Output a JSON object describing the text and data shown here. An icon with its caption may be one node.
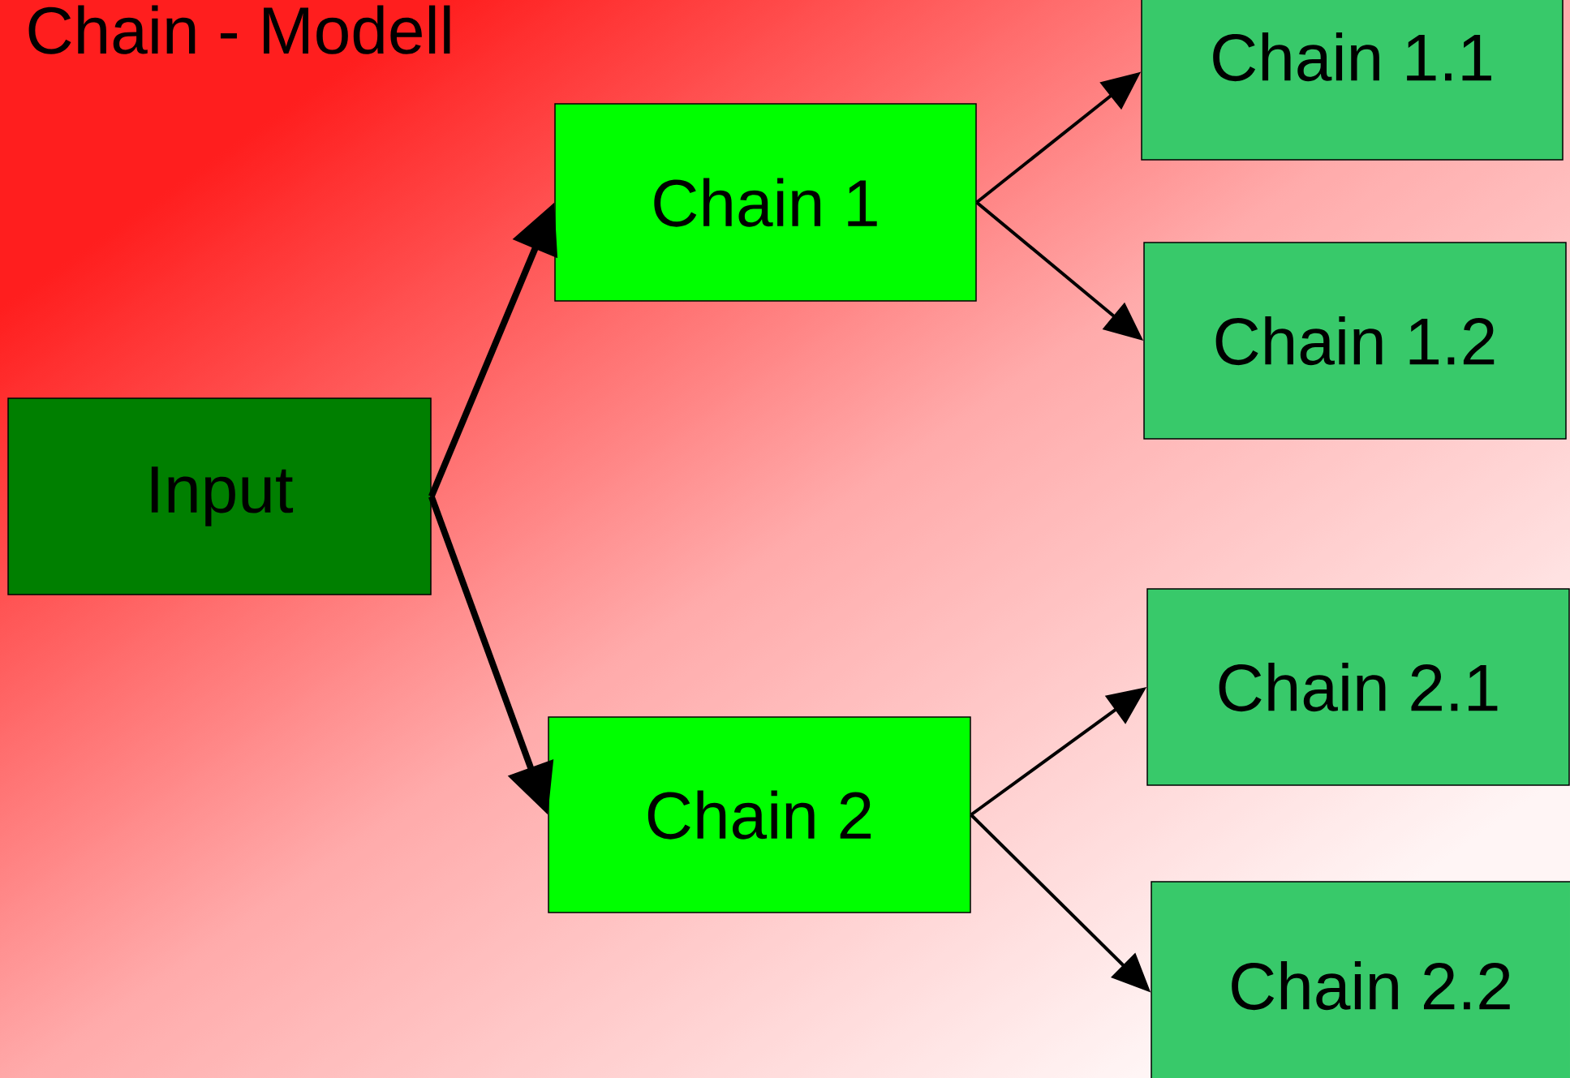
{
  "diagram": {
    "title": "Chain - Modell",
    "nodes": [
      {
        "text": [
          "Input"
        ]
      },
      {
        "text": [
          "Chain 1"
        ]
      },
      {
        "text": [
          "Chain 2"
        ]
      },
      {
        "text": [
          "Chain 1.1"
        ]
      },
      {
        "text": [
          "Chain 1.2"
        ]
      },
      {
        "text": [
          "Chain 2.1"
        ]
      },
      {
        "text": [
          "Chain 2.2"
        ]
      }
    ],
    "edges": [
      {
        "from": 0,
        "to": 1,
        "arrow": "to",
        "style": "thick"
      },
      {
        "from": 0,
        "to": 2,
        "arrow": "to",
        "style": "thick"
      },
      {
        "from": 1,
        "to": 3,
        "arrow": "to"
      },
      {
        "from": 1,
        "to": 4,
        "arrow": "to"
      },
      {
        "from": 2,
        "to": 5,
        "arrow": "to"
      },
      {
        "from": 2,
        "to": 6,
        "arrow": "to"
      }
    ]
  }
}
